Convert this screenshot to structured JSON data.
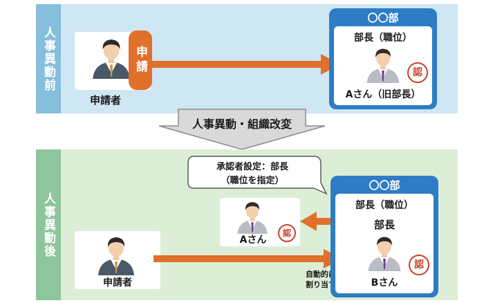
{
  "before": {
    "side_label": "人事異動前",
    "applicant_label": "申請者",
    "request_pill": "申請",
    "dept": {
      "title": "〇〇部",
      "role_line": "部長（職位）",
      "person": "Aさん（旧部長）",
      "stamp": "認"
    }
  },
  "banner": {
    "text": "人事異動・組織改変"
  },
  "after": {
    "side_label": "人事異動後",
    "callout": {
      "line1": "承認者設定：部長",
      "line2": "（職位を指定）"
    },
    "a_person": "Aさん",
    "a_stamp": "認",
    "applicant_label": "申請者",
    "auto_assign": {
      "line1": "自動的に",
      "line2": "割り当て"
    },
    "dept": {
      "title": "〇〇部",
      "role_line": "部長（職位）",
      "inner_title": "部長",
      "person": "Bさん",
      "stamp": "認"
    }
  },
  "colors": {
    "arrow": "#e0702a",
    "dept_blue": "#2e7cc5",
    "stamp_red": "#c8402b",
    "before_bg": "#cfe6f3",
    "after_bg": "#ddeed6"
  }
}
